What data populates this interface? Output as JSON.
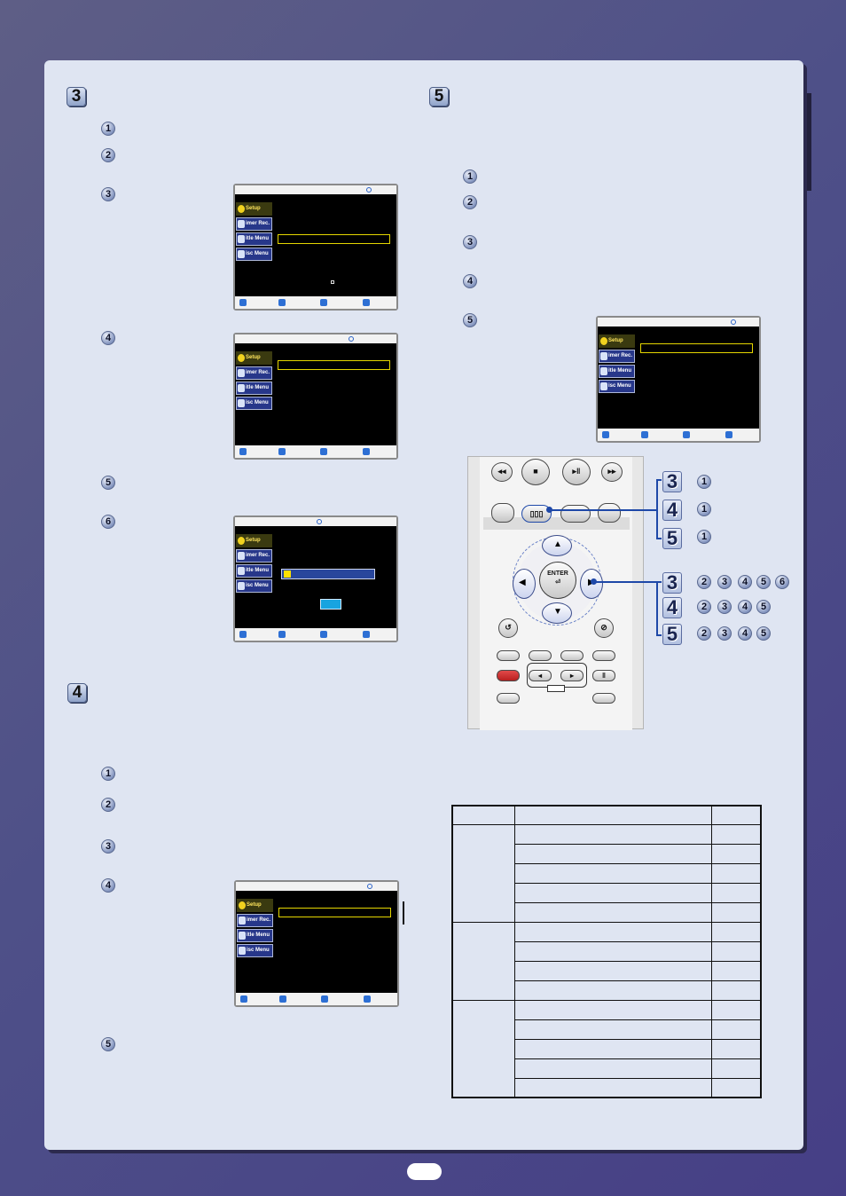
{
  "page": {
    "page_number": ""
  },
  "section_badges": [
    {
      "id": "sec-3",
      "label": "3"
    },
    {
      "id": "sec-4",
      "label": "4"
    },
    {
      "id": "sec-5",
      "label": "5"
    }
  ],
  "screen": {
    "menu": [
      "Setup",
      "imer Rec.",
      "itle Menu",
      "isc Menu"
    ]
  },
  "remote": {
    "enter_label": "ENTER"
  },
  "nav_guide": {
    "rows": [
      {
        "section": "3",
        "steps": [
          "1"
        ]
      },
      {
        "section": "4",
        "steps": [
          "1"
        ]
      },
      {
        "section": "5",
        "steps": [
          "1"
        ]
      },
      {
        "section": "3",
        "steps": [
          "2",
          "3",
          "4",
          "5",
          "6"
        ]
      },
      {
        "section": "4",
        "steps": [
          "2",
          "3",
          "4",
          "5"
        ]
      },
      {
        "section": "5",
        "steps": [
          "2",
          "3",
          "4",
          "5"
        ]
      }
    ]
  },
  "colors": {
    "background": "#4e5088",
    "panel": "#dfe5f2",
    "accent": "#1e48a8",
    "highlight": "#e5d600"
  }
}
